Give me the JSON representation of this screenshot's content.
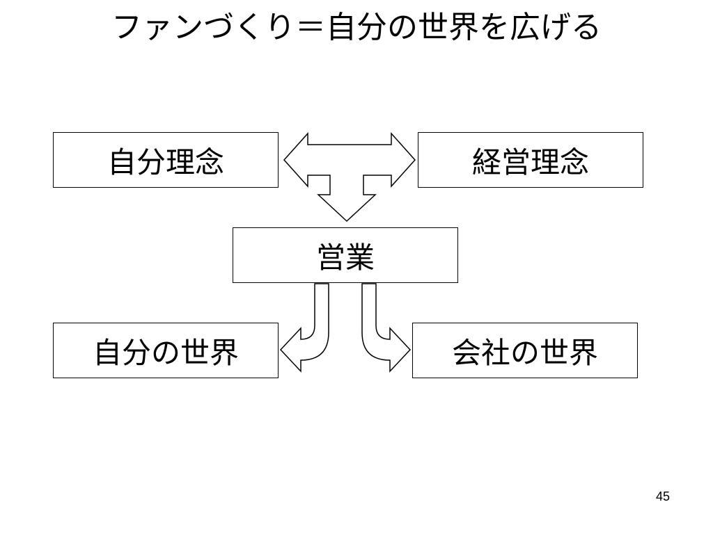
{
  "slide": {
    "title": "ファンづくり＝自分の世界を広げる",
    "page_number": "45"
  },
  "boxes": {
    "self_philosophy": "自分理念",
    "management_philosophy": "経営理念",
    "sales": "営業",
    "own_world": "自分の世界",
    "company_world": "会社の世界"
  },
  "colors": {
    "stroke": "#000000",
    "fill": "#ffffff"
  }
}
